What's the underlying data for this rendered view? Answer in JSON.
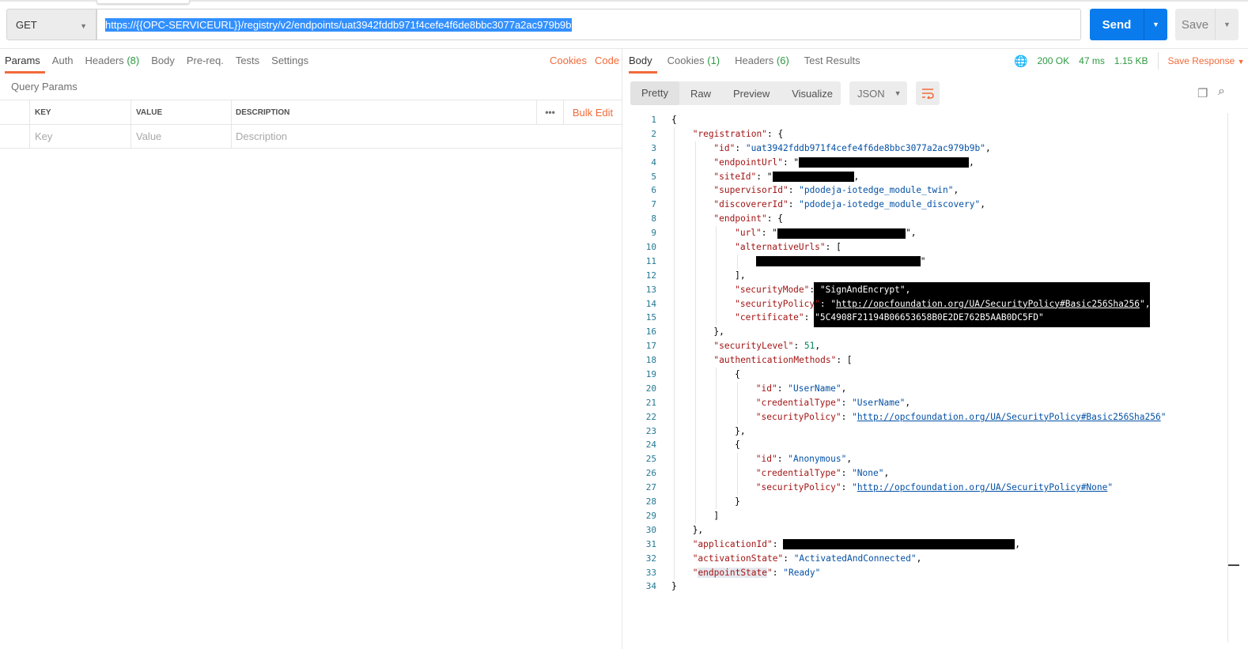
{
  "request": {
    "method": "GET",
    "url": "https://{{OPC-SERVICEURL}}/registry/v2/endpoints/uat3942fddb971f4cefe4f6de8bbc3077a2ac979b9b",
    "send_label": "Send",
    "save_label": "Save",
    "tabs": [
      {
        "label": "Params",
        "count": ""
      },
      {
        "label": "Auth",
        "count": ""
      },
      {
        "label": "Headers",
        "count": "(8)"
      },
      {
        "label": "Body",
        "count": ""
      },
      {
        "label": "Pre-req.",
        "count": ""
      },
      {
        "label": "Tests",
        "count": ""
      },
      {
        "label": "Settings",
        "count": ""
      }
    ],
    "links": {
      "cookies": "Cookies",
      "code": "Code"
    },
    "query_params_title": "Query Params",
    "table": {
      "headers": [
        "KEY",
        "VALUE",
        "DESCRIPTION"
      ],
      "placeholders": [
        "Key",
        "Value",
        "Description"
      ],
      "bulk_edit": "Bulk Edit",
      "more": "•••"
    }
  },
  "response": {
    "tabs": [
      {
        "label": "Body",
        "count": ""
      },
      {
        "label": "Cookies",
        "count": "(1)"
      },
      {
        "label": "Headers",
        "count": "(6)"
      },
      {
        "label": "Test Results",
        "count": ""
      }
    ],
    "status": "200 OK",
    "time": "47 ms",
    "size": "1.15 KB",
    "save_response": "Save Response",
    "views": [
      "Pretty",
      "Raw",
      "Preview",
      "Visualize"
    ],
    "active_view": "Pretty",
    "format": "JSON",
    "accent_color": "#f26b3a",
    "send_color": "#097bed",
    "lines": [
      {
        "i": 0,
        "t": [
          [
            "p",
            "{"
          ]
        ]
      },
      {
        "i": 1,
        "t": [
          [
            "k",
            "\"registration\""
          ],
          [
            "p",
            ": {"
          ]
        ]
      },
      {
        "i": 2,
        "t": [
          [
            "k",
            "\"id\""
          ],
          [
            "p",
            ": "
          ],
          [
            "s",
            "\"uat3942fddb971f4cefe4f6de8bbc3077a2ac979b9b\""
          ],
          [
            "p",
            ","
          ]
        ]
      },
      {
        "i": 2,
        "t": [
          [
            "k",
            "\"endpointUrl\""
          ],
          [
            "p",
            ": \""
          ],
          [
            "r",
            "redacted"
          ],
          [
            "p",
            ","
          ]
        ]
      },
      {
        "i": 2,
        "t": [
          [
            "k",
            "\"siteId\""
          ],
          [
            "p",
            ": \""
          ],
          [
            "r",
            "redacted"
          ],
          [
            "p",
            ","
          ]
        ]
      },
      {
        "i": 2,
        "t": [
          [
            "k",
            "\"supervisorId\""
          ],
          [
            "p",
            ": "
          ],
          [
            "s",
            "\"pdodeja-iotedge_module_twin\""
          ],
          [
            "p",
            ","
          ]
        ]
      },
      {
        "i": 2,
        "t": [
          [
            "k",
            "\"discovererId\""
          ],
          [
            "p",
            ": "
          ],
          [
            "s",
            "\"pdodeja-iotedge_module_discovery\""
          ],
          [
            "p",
            ","
          ]
        ]
      },
      {
        "i": 2,
        "t": [
          [
            "k",
            "\"endpoint\""
          ],
          [
            "p",
            ": {"
          ]
        ]
      },
      {
        "i": 3,
        "t": [
          [
            "k",
            "\"url\""
          ],
          [
            "p",
            ": \""
          ],
          [
            "r",
            "redacted"
          ],
          [
            "p",
            "\","
          ]
        ]
      },
      {
        "i": 3,
        "t": [
          [
            "k",
            "\"alternativeUrls\""
          ],
          [
            "p",
            ": ["
          ]
        ]
      },
      {
        "i": 4,
        "t": [
          [
            "r",
            "redacted"
          ],
          [
            "p",
            "\""
          ]
        ]
      },
      {
        "i": 3,
        "t": [
          [
            "p",
            "],"
          ]
        ]
      },
      {
        "i": 3,
        "t": [
          [
            "k",
            "\"securityMode\""
          ],
          [
            "p",
            ": "
          ],
          [
            "x",
            "\"SignAndEncrypt\","
          ]
        ]
      },
      {
        "i": 3,
        "t": [
          [
            "k",
            "\"securityPolicy\""
          ],
          [
            "x",
            ": \""
          ],
          [
            "xl",
            "http://opcfoundation.org/UA/SecurityPolicy#Basic256Sha256"
          ],
          [
            "x",
            "\","
          ]
        ]
      },
      {
        "i": 3,
        "t": [
          [
            "k",
            "\"certificate\""
          ],
          [
            "p",
            ": "
          ],
          [
            "x",
            "\"5C4908F21194B06653658B0E2DE762B5AAB0DC5FD\""
          ]
        ]
      },
      {
        "i": 2,
        "t": [
          [
            "p",
            "},"
          ]
        ]
      },
      {
        "i": 2,
        "t": [
          [
            "k",
            "\"securityLevel\""
          ],
          [
            "p",
            ": "
          ],
          [
            "n",
            "51"
          ],
          [
            "p",
            ","
          ]
        ]
      },
      {
        "i": 2,
        "t": [
          [
            "k",
            "\"authenticationMethods\""
          ],
          [
            "p",
            ": ["
          ]
        ]
      },
      {
        "i": 3,
        "t": [
          [
            "p",
            "{"
          ]
        ]
      },
      {
        "i": 4,
        "t": [
          [
            "k",
            "\"id\""
          ],
          [
            "p",
            ": "
          ],
          [
            "s",
            "\"UserName\""
          ],
          [
            "p",
            ","
          ]
        ]
      },
      {
        "i": 4,
        "t": [
          [
            "k",
            "\"credentialType\""
          ],
          [
            "p",
            ": "
          ],
          [
            "s",
            "\"UserName\""
          ],
          [
            "p",
            ","
          ]
        ]
      },
      {
        "i": 4,
        "t": [
          [
            "k",
            "\"securityPolicy\""
          ],
          [
            "p",
            ": "
          ],
          [
            "s",
            "\""
          ],
          [
            "l",
            "http://opcfoundation.org/UA/SecurityPolicy#Basic256Sha256"
          ],
          [
            "s",
            "\""
          ]
        ]
      },
      {
        "i": 3,
        "t": [
          [
            "p",
            "},"
          ]
        ]
      },
      {
        "i": 3,
        "t": [
          [
            "p",
            "{"
          ]
        ]
      },
      {
        "i": 4,
        "t": [
          [
            "k",
            "\"id\""
          ],
          [
            "p",
            ": "
          ],
          [
            "s",
            "\"Anonymous\""
          ],
          [
            "p",
            ","
          ]
        ]
      },
      {
        "i": 4,
        "t": [
          [
            "k",
            "\"credentialType\""
          ],
          [
            "p",
            ": "
          ],
          [
            "s",
            "\"None\""
          ],
          [
            "p",
            ","
          ]
        ]
      },
      {
        "i": 4,
        "t": [
          [
            "k",
            "\"securityPolicy\""
          ],
          [
            "p",
            ": "
          ],
          [
            "s",
            "\""
          ],
          [
            "l",
            "http://opcfoundation.org/UA/SecurityPolicy#None"
          ],
          [
            "s",
            "\""
          ]
        ]
      },
      {
        "i": 3,
        "t": [
          [
            "p",
            "}"
          ]
        ]
      },
      {
        "i": 2,
        "t": [
          [
            "p",
            "]"
          ]
        ]
      },
      {
        "i": 1,
        "t": [
          [
            "p",
            "},"
          ]
        ]
      },
      {
        "i": 1,
        "t": [
          [
            "k",
            "\"applicationId\""
          ],
          [
            "p",
            ": "
          ],
          [
            "r",
            "redacted"
          ],
          [
            "p",
            ","
          ]
        ]
      },
      {
        "i": 1,
        "t": [
          [
            "k",
            "\"activationState\""
          ],
          [
            "p",
            ": "
          ],
          [
            "s",
            "\"ActivatedAndConnected\""
          ],
          [
            "p",
            ","
          ]
        ]
      },
      {
        "i": 1,
        "t": [
          [
            "k",
            "\"endpointState\""
          ],
          [
            "p",
            ": "
          ],
          [
            "s",
            "\"Ready\""
          ]
        ]
      },
      {
        "i": 0,
        "t": [
          [
            "p",
            "}"
          ]
        ]
      }
    ]
  }
}
